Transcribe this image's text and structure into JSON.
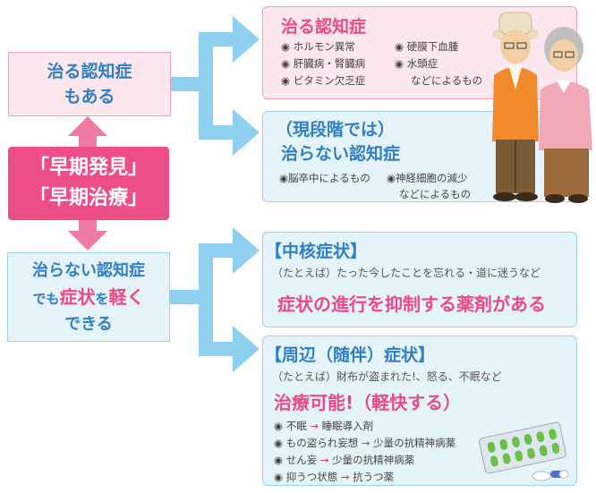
{
  "left": {
    "top_line1": "治る認知症",
    "top_line2": "もある",
    "center_line1": "「早期発見」",
    "center_line2": "「早期治療」",
    "bottom_line1": "治らない認知症",
    "bottom_line2_a": "でも",
    "bottom_line2_b": "症状",
    "bottom_line2_c": "を",
    "bottom_line2_d": "軽く",
    "bottom_line3": "できる"
  },
  "curable": {
    "title": "治る認知症",
    "items": [
      "◉ ホルモン異常",
      "◉ 肝臓病・腎臓病",
      "◉ ビタミン欠乏症",
      "◉ 硬膜下血腫",
      "◉ 水頭症"
    ],
    "note": "などによるもの"
  },
  "incurable": {
    "title_line1": "（現段階では）",
    "title_line2": "治らない認知症",
    "items": [
      "◉脳卒中によるもの",
      "◉神経細胞の減少"
    ],
    "note": "などによるもの"
  },
  "core": {
    "title": "【中核症状】",
    "example": "（たとえば）たった今したことを忘れる・道に迷うなど",
    "highlight": "症状の進行を抑制する薬剤がある"
  },
  "peripheral": {
    "title": "【周辺（随伴）症状】",
    "example": "（たとえば）財布が盗まれた!、怒る、不眠など",
    "highlight": "治療可能!（軽快する）",
    "treatments": [
      {
        "symptom": "◉ 不眠",
        "arrow": "→",
        "drug": "睡眠導入剤"
      },
      {
        "symptom": "◉ もの盗られ妄想",
        "arrow": "→",
        "drug": "少量の抗精神病薬"
      },
      {
        "symptom": "◉ せん妄",
        "arrow": "→",
        "drug": "少量の抗精神病薬"
      },
      {
        "symptom": "◉ 抑うつ状態",
        "arrow": "→",
        "drug": "抗うつ薬"
      }
    ]
  },
  "colors": {
    "pink": "#ec4a84",
    "blue": "#2f7fc8",
    "arrow_blue": "#8fd0f0",
    "arrow_pink": "#f07aa6",
    "pink_bg": "#fde7ee",
    "blue_bg": "#e5f4fb"
  },
  "icons": [
    "elderly-couple-icon",
    "medicine-pills-icon"
  ]
}
